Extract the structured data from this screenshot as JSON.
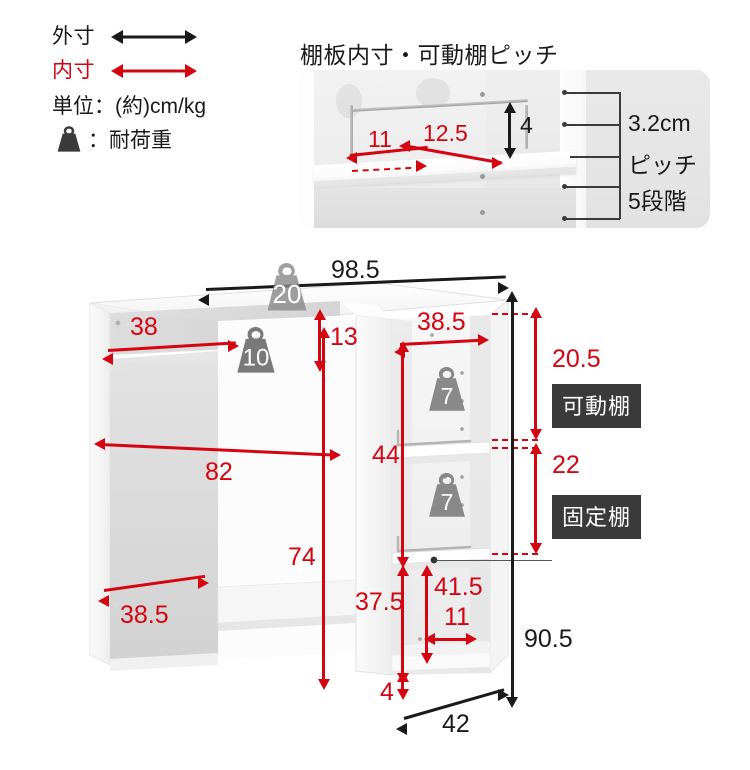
{
  "legend": {
    "exterior_label": "外寸",
    "interior_label": "内寸",
    "unit_label": "単位：(約)cm/kg",
    "load_label": "：耐荷重",
    "exterior_arrow_icon": "double-arrow-black-icon",
    "interior_arrow_icon": "double-arrow-red-icon",
    "weight_icon": "weight-icon"
  },
  "inset": {
    "title": "棚板内寸・可動棚ピッチ",
    "dim_11": "11",
    "dim_12_5": "12.5",
    "dim_4": "4",
    "pitch_value": "3.2cm",
    "pitch_word": "ピッチ",
    "pitch_steps": "5段階"
  },
  "main": {
    "width_total": "98.5",
    "top_load": "20",
    "upper_shelf_inner_width": "38",
    "upper_shelf_load": "10",
    "upper_shelf_height": "13",
    "desk_inner_width": "82",
    "desk_height": "74",
    "leg_inner_width": "38.5",
    "cabinet_inner_width": "38.5",
    "cabinet_upper_load": "7",
    "cabinet_lower_load": "7",
    "cabinet_two_shelf_span": "44",
    "adjustable_gap": "20.5",
    "fixed_gap": "22",
    "lower_open_height": "37.5",
    "lower_inner_height": "41.5",
    "plinth_depth": "11",
    "base_height": "4",
    "depth_total": "42",
    "height_total": "90.5",
    "badge_adjustable": "可動棚",
    "badge_fixed": "固定棚"
  },
  "colors": {
    "dimension_red": "#d40511",
    "dimension_black": "#1a1a1a",
    "badge_bg": "#3a3a3a",
    "furniture_white": "#ffffff",
    "furniture_shadow": "#d9d9d9"
  }
}
